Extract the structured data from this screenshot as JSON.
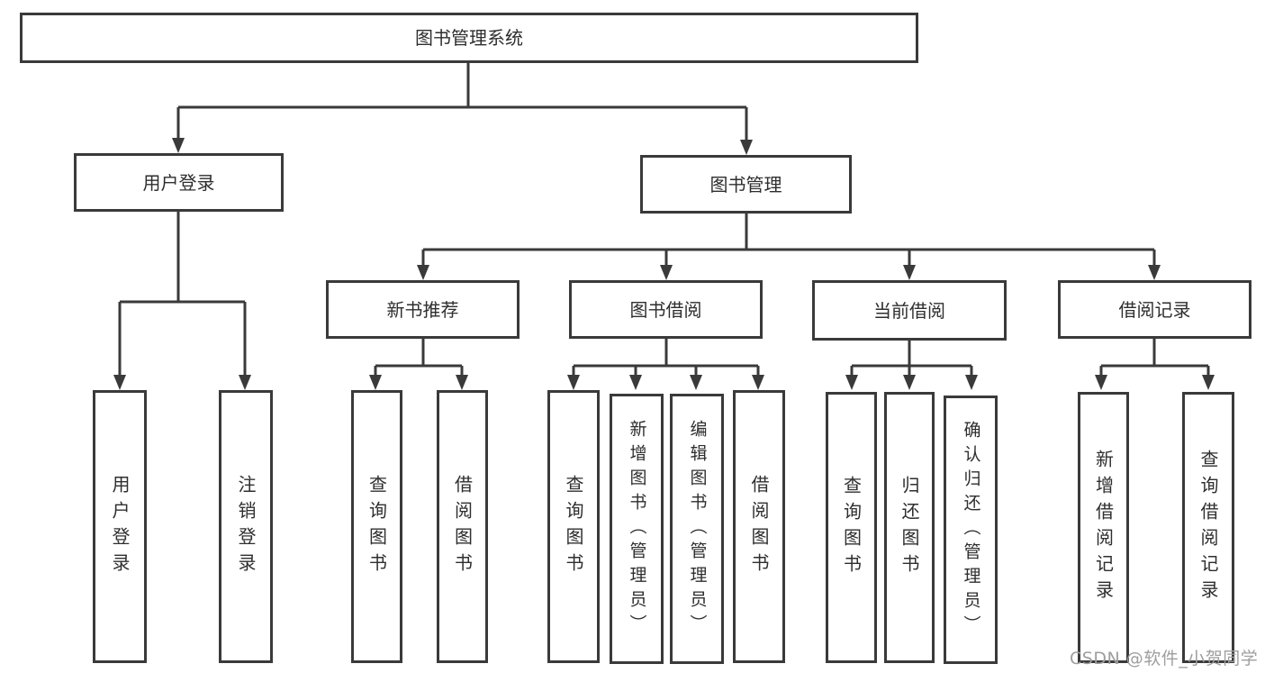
{
  "diagram": {
    "type": "hierarchy-tree",
    "root": {
      "label": "图书管理系统"
    },
    "level2": [
      {
        "label": "用户登录",
        "children": [
          {
            "label": "用户登录"
          },
          {
            "label": "注销登录"
          }
        ]
      },
      {
        "label": "图书管理",
        "children": [
          {
            "label": "新书推荐",
            "children": [
              {
                "label": "查询图书"
              },
              {
                "label": "借阅图书"
              }
            ]
          },
          {
            "label": "图书借阅",
            "children": [
              {
                "label": "查询图书"
              },
              {
                "label": "新增图书（管理员）"
              },
              {
                "label": "编辑图书（管理员）"
              },
              {
                "label": "借阅图书"
              }
            ]
          },
          {
            "label": "当前借阅",
            "children": [
              {
                "label": "查询图书"
              },
              {
                "label": "归还图书"
              },
              {
                "label": "确认归还（管理员）"
              }
            ]
          },
          {
            "label": "借阅记录",
            "children": [
              {
                "label": "新增借阅记录"
              },
              {
                "label": "查询借阅记录"
              }
            ]
          }
        ]
      }
    ]
  },
  "watermark": {
    "text": "CSDN @软件_小贺同学",
    "color": "#9e9e9e"
  },
  "style": {
    "line_color": "#3a3a3a",
    "box_fill": "#ffffff",
    "text_color": "#2e2e2e"
  }
}
